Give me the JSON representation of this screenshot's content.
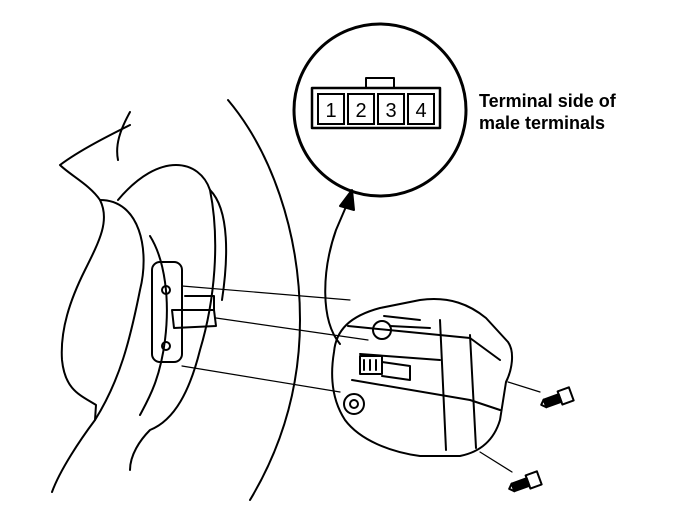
{
  "callout": {
    "label_line1": "Terminal side of",
    "label_line2": "male terminals",
    "terminals": [
      "1",
      "2",
      "3",
      "4"
    ]
  },
  "colors": {
    "ink": "#000000",
    "paper": "#ffffff"
  }
}
